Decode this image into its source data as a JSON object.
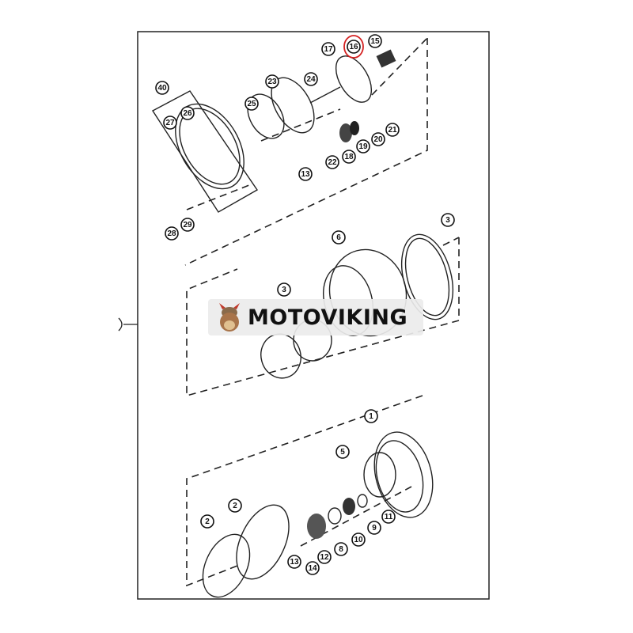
{
  "diagram": {
    "highlight_color": "#d42020",
    "highlighted_callout": "16",
    "callouts": [
      {
        "label": "16"
      },
      {
        "label": "15"
      },
      {
        "label": "17"
      },
      {
        "label": "40"
      },
      {
        "label": "23"
      },
      {
        "label": "24"
      },
      {
        "label": "25"
      },
      {
        "label": "26"
      },
      {
        "label": "27"
      },
      {
        "label": "21"
      },
      {
        "label": "20"
      },
      {
        "label": "19"
      },
      {
        "label": "18"
      },
      {
        "label": "22"
      },
      {
        "label": "13"
      },
      {
        "label": "28"
      },
      {
        "label": "29"
      },
      {
        "label": "3"
      },
      {
        "label": "6"
      },
      {
        "label": "3"
      },
      {
        "label": "1"
      },
      {
        "label": "5"
      },
      {
        "label": "2"
      },
      {
        "label": "2"
      },
      {
        "label": "11"
      },
      {
        "label": "9"
      },
      {
        "label": "10"
      },
      {
        "label": "8"
      },
      {
        "label": "12"
      },
      {
        "label": "13"
      },
      {
        "label": "14"
      }
    ]
  },
  "watermark": {
    "text": "MOTOVIKING"
  }
}
